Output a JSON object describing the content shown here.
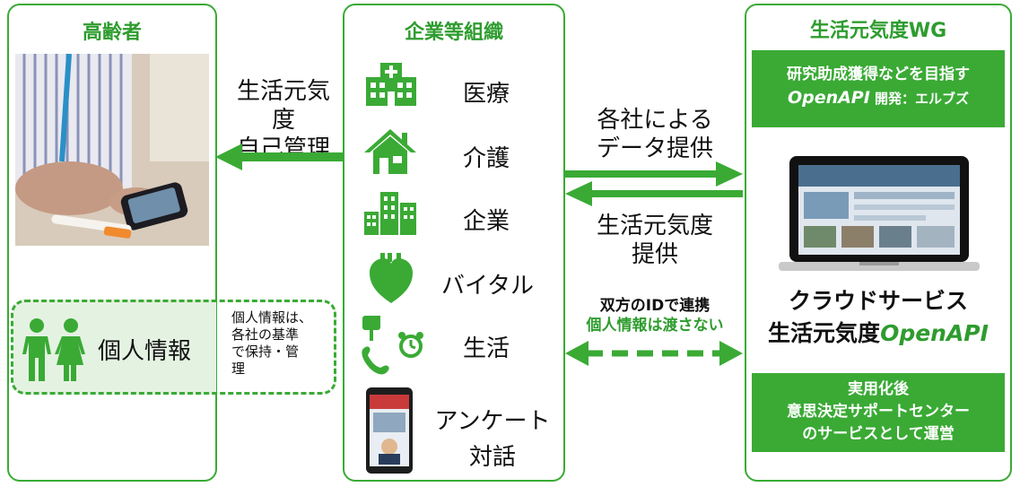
{
  "colors": {
    "accent": "#3aaa35",
    "dashed_bg": "#e4f2e2",
    "title_green": "#2e9c2e"
  },
  "left": {
    "title": "高齢者",
    "personal_info_label": "個人情報",
    "icon": "people-icon"
  },
  "mid_left_text": {
    "line1": "生活元気度",
    "line2": "自己管理"
  },
  "personal_note": {
    "line1": "個人情報は、",
    "line2": "各社の基準",
    "line3": "で保持・管",
    "line4": "理"
  },
  "center": {
    "title": "企業等組織",
    "items": [
      {
        "icon": "hospital-icon",
        "label": "医療"
      },
      {
        "icon": "house-icon",
        "label": "介護"
      },
      {
        "icon": "buildings-icon",
        "label": "企業"
      },
      {
        "icon": "heart-icon",
        "label": "バイタル"
      },
      {
        "icon": "life-icons",
        "label": "生活"
      },
      {
        "icon": "smartphone-icon",
        "label1": "アンケート",
        "label2": "対話"
      }
    ]
  },
  "arrows": {
    "provide_data": {
      "line1": "各社による",
      "line2": "データ提供"
    },
    "provide_vitality": {
      "line1": "生活元気度",
      "line2": "提供"
    },
    "link_top": "双方のIDで連携",
    "link_bottom": "個人情報は渡さない"
  },
  "right": {
    "title": "生活元気度WG",
    "top_box": {
      "line1": "研究助成獲得などを目指す",
      "line2_italic": "OpenAPI",
      "line2_rest": " 開発：エルブズ"
    },
    "service": {
      "line1": "クラウドサービス",
      "line2_prefix": "生活元気度",
      "line2_italic": "OpenAPI"
    },
    "bottom_box": {
      "line1": "実用化後",
      "line2": "意思決定サポートセンター",
      "line3": "のサービスとして運営"
    },
    "laptop_icon": "laptop-icon"
  }
}
